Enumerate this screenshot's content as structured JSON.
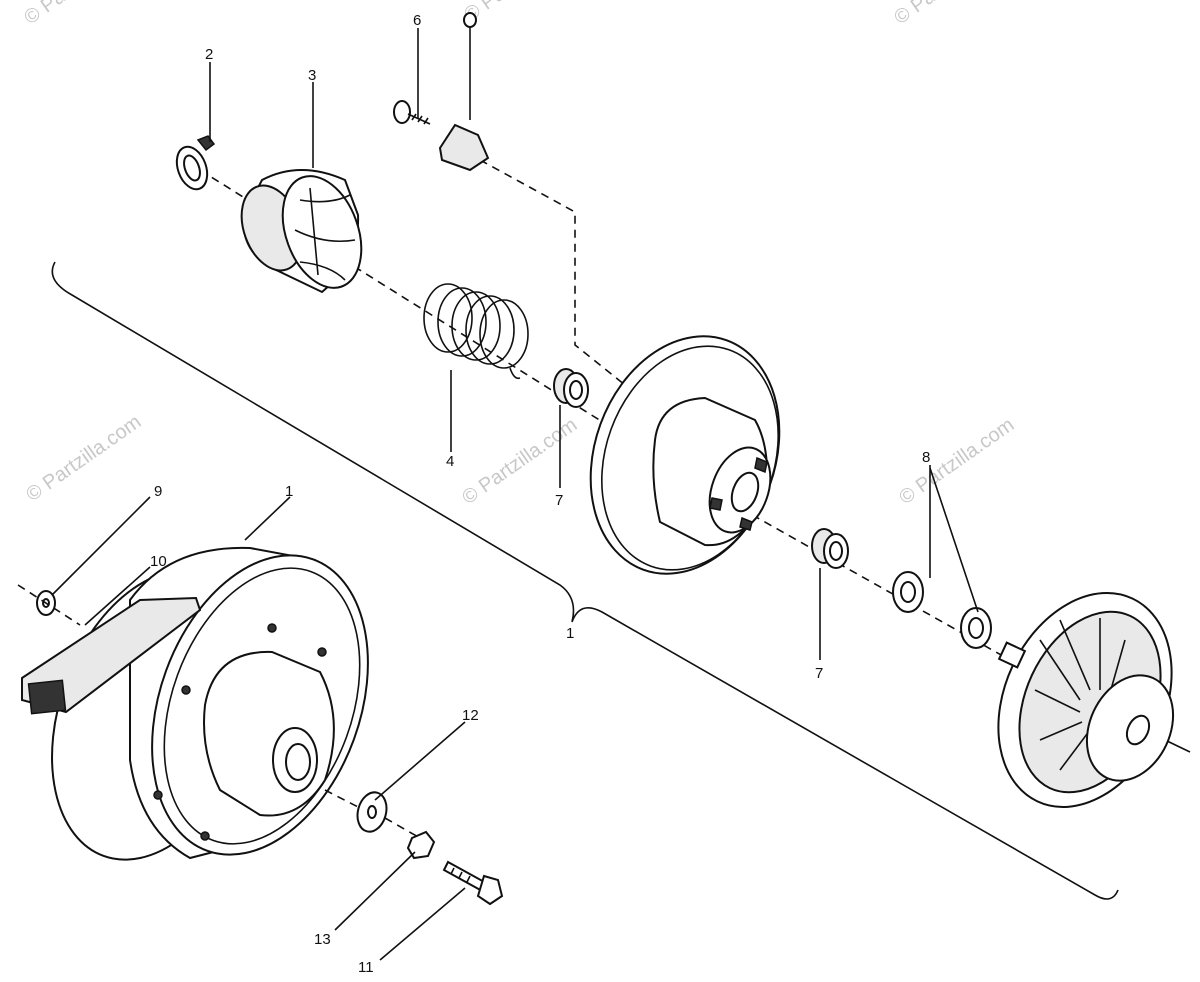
{
  "watermark": "© Partzilla.com",
  "watermark_short": "© Pa",
  "callouts": {
    "c1a": "1",
    "c1b": "1",
    "c2": "2",
    "c3": "3",
    "c4": "4",
    "c6": "6",
    "c7a": "7",
    "c7b": "7",
    "c8": "8",
    "c9": "9",
    "c10": "10",
    "c11": "11",
    "c12": "12",
    "c13": "13"
  },
  "colors": {
    "ink": "#111111",
    "watermark": "#c8c8c8",
    "background": "#ffffff"
  }
}
